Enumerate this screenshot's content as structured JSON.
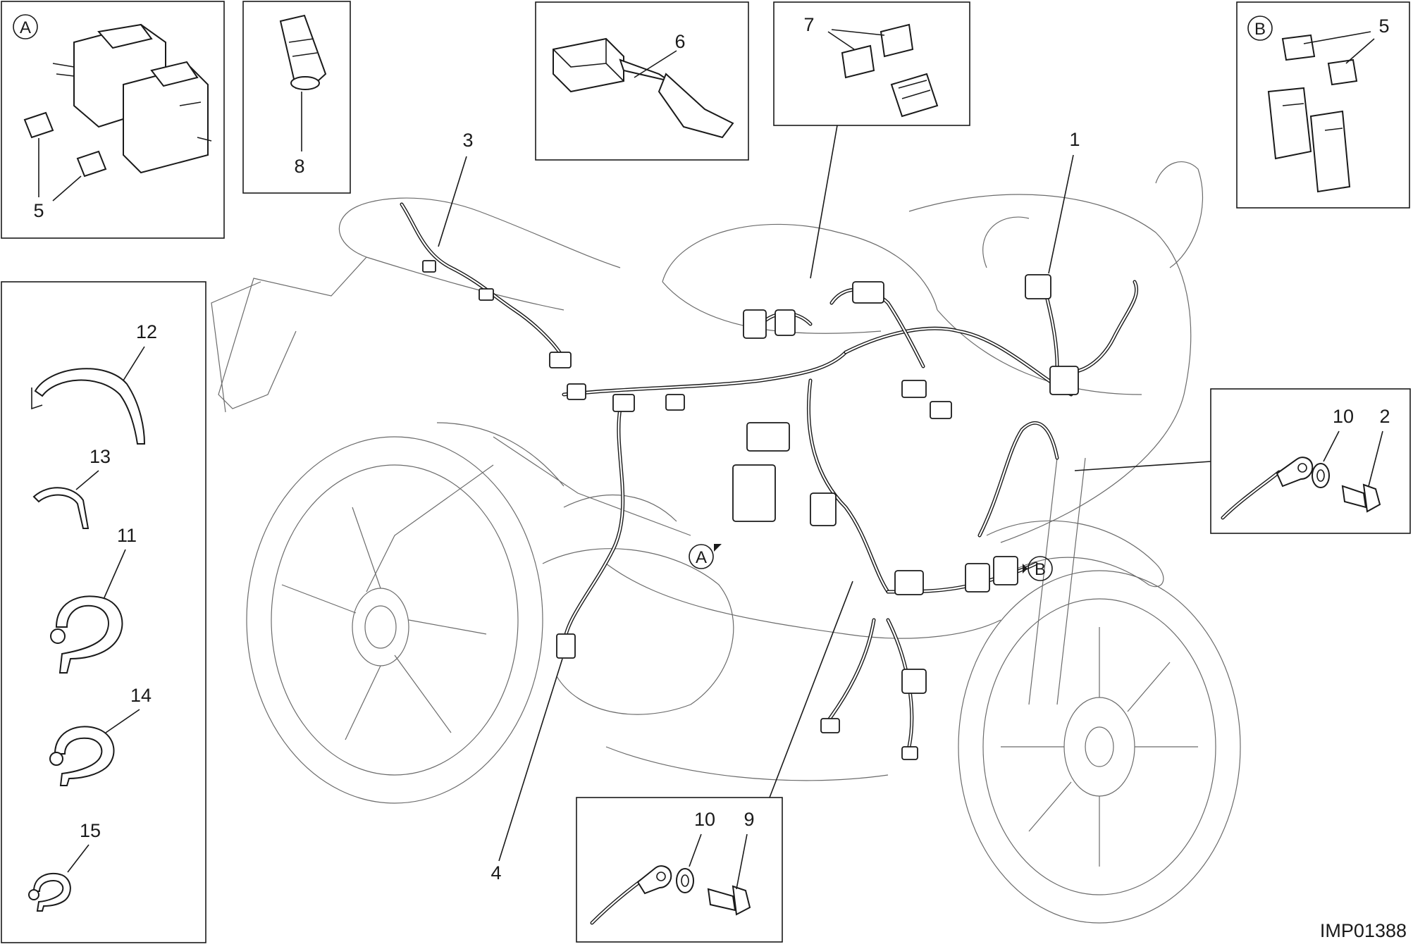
{
  "diagram": {
    "drawing_code": "IMP01388",
    "callouts": [
      "1",
      "2",
      "3",
      "4",
      "5",
      "6",
      "7",
      "8",
      "9",
      "10",
      "11",
      "12",
      "13",
      "14",
      "15"
    ],
    "detail_tags": [
      "A",
      "B"
    ]
  }
}
